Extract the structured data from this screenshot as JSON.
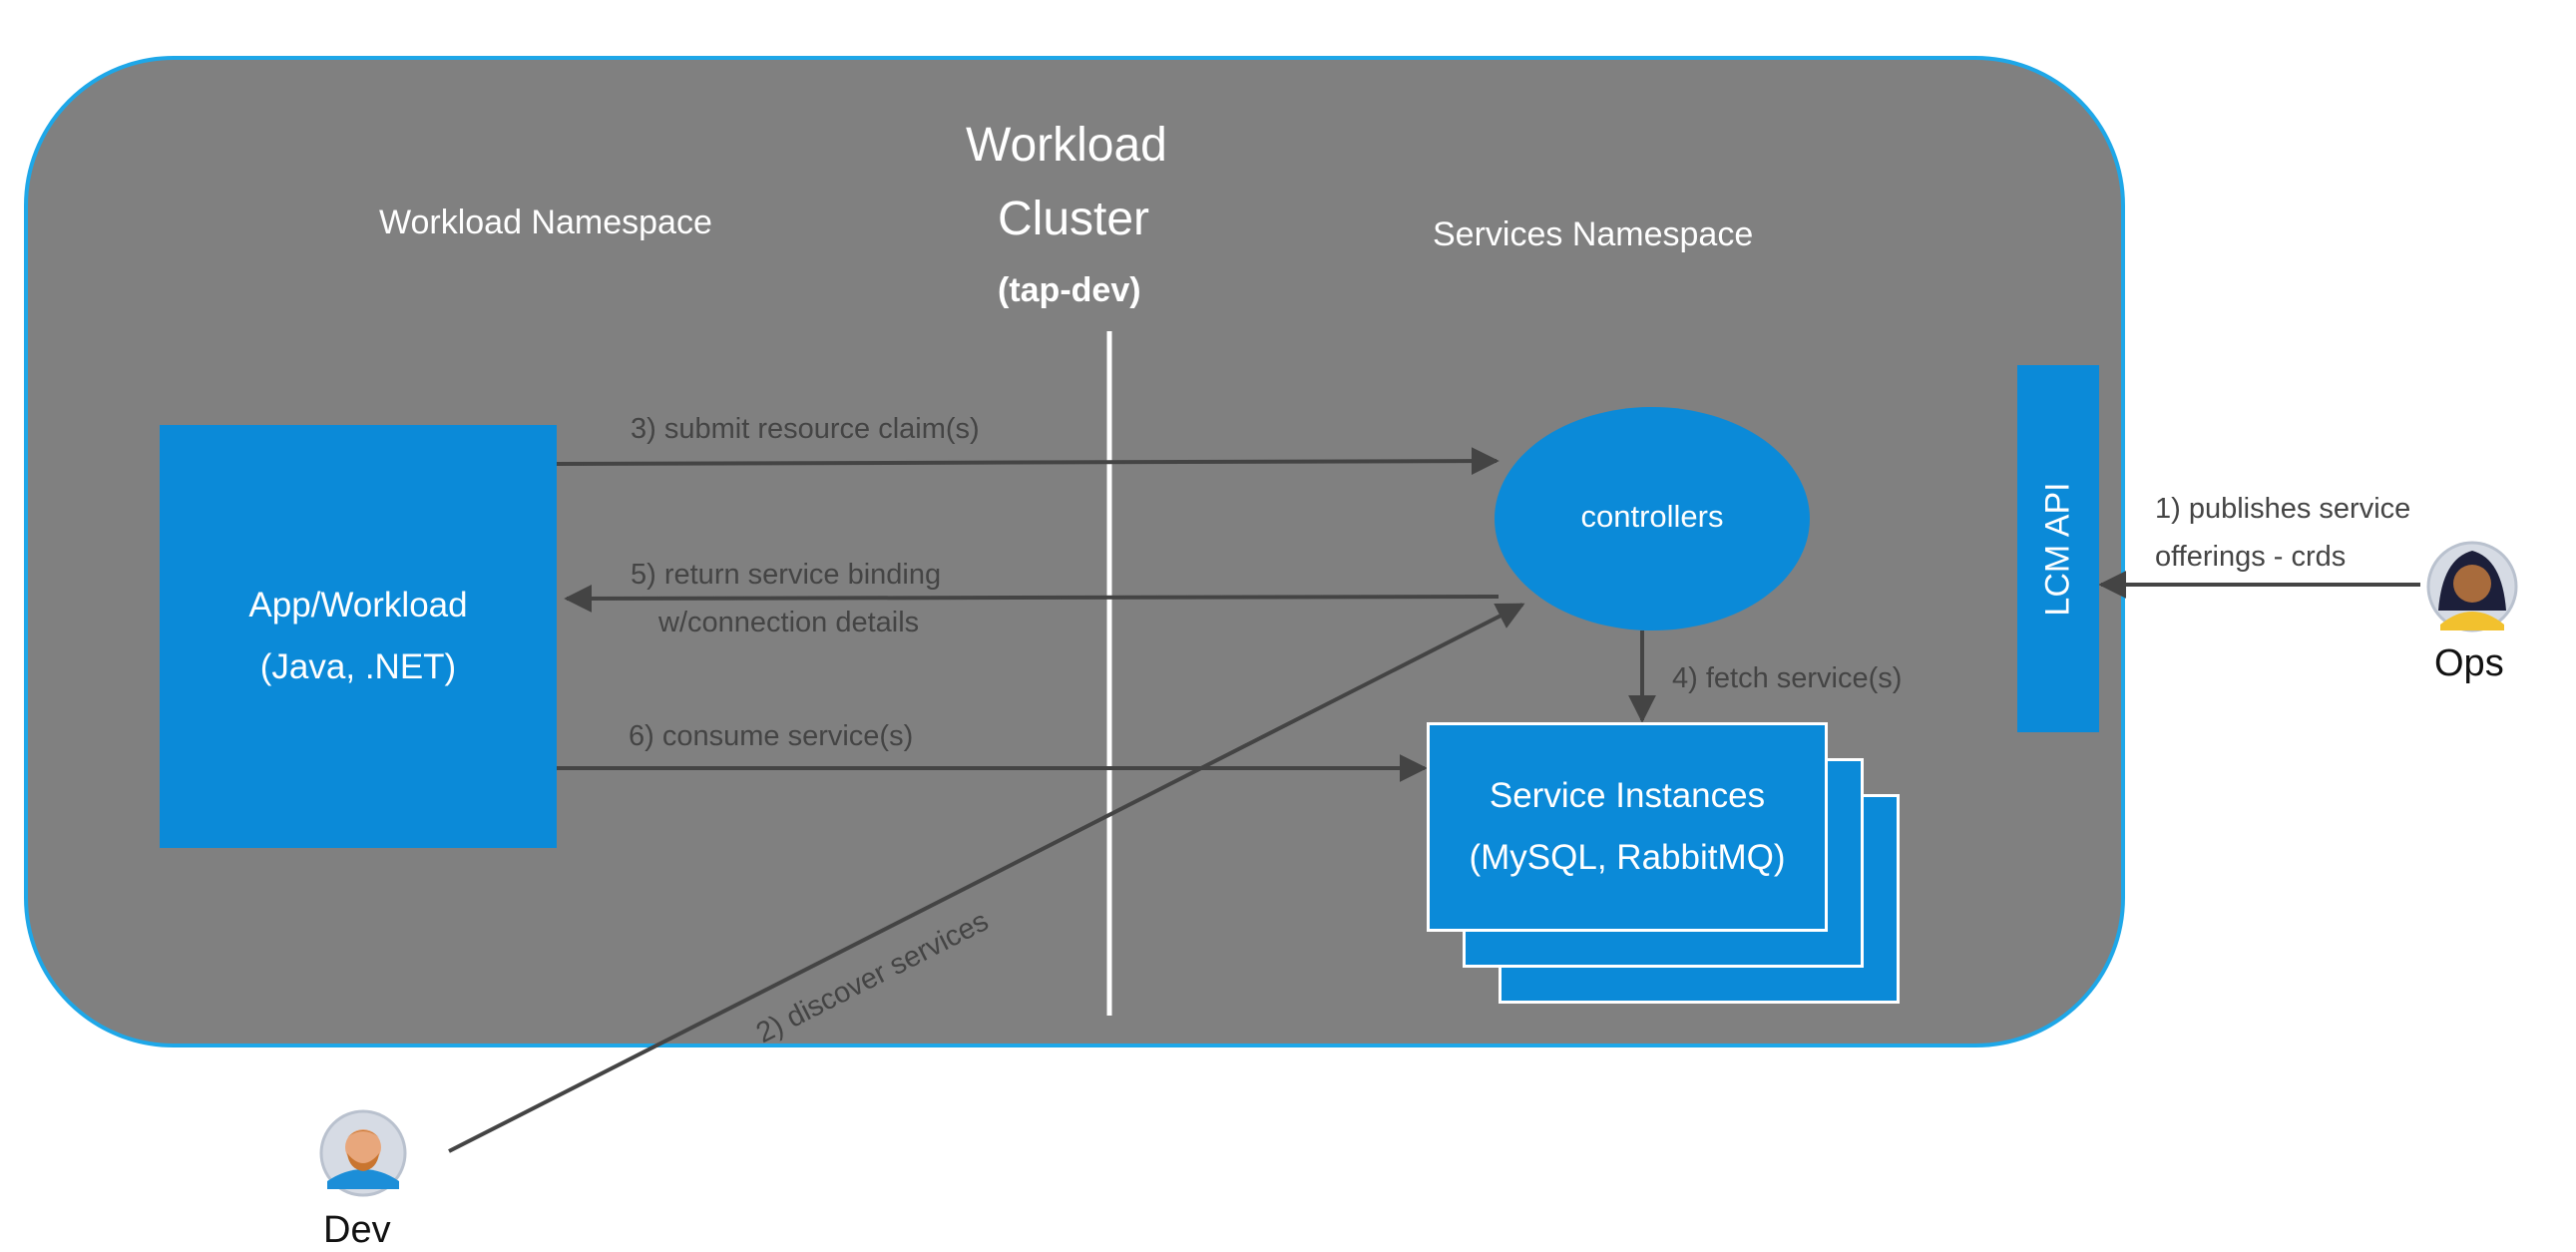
{
  "cluster": {
    "title_line1": "Workload",
    "title_line2": "Cluster",
    "title_line3": "(tap-dev)",
    "left_namespace": "Workload Namespace",
    "right_namespace": "Services Namespace"
  },
  "app": {
    "line1": "App/Workload",
    "line2": "(Java, .NET)"
  },
  "controllers": {
    "label": "controllers"
  },
  "service_instances": {
    "line1": "Service Instances",
    "line2": "(MySQL, RabbitMQ)"
  },
  "lcm_api": {
    "label": "LCM API"
  },
  "steps": {
    "s1_line1": "1) publishes service",
    "s1_line2": "offerings - crds",
    "s2": "2) discover services",
    "s3": "3) submit resource claim(s)",
    "s4": "4) fetch service(s)",
    "s5_line1": "5) return service binding",
    "s5_line2": "w/connection details",
    "s6": "6) consume service(s)"
  },
  "actors": {
    "ops": "Ops",
    "dev": "Dev"
  },
  "colors": {
    "cluster_fill": "#808080",
    "cluster_border": "#1ea7e8",
    "box_blue": "#0b8ad8",
    "arrow": "#444444"
  }
}
